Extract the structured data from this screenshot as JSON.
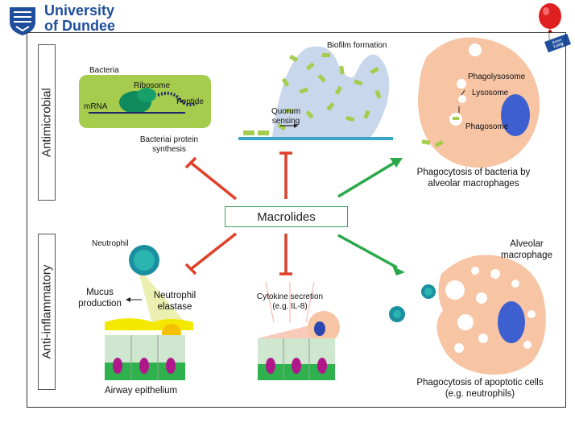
{
  "header": {
    "university_line1": "University",
    "university_line2": "of Dundee"
  },
  "side_labels": {
    "top": "Antimicrobial",
    "bottom": "Anti-inflammatory"
  },
  "center": {
    "label": "Macrolides"
  },
  "panels": {
    "protein_synthesis": {
      "bacteria": "Bacteria",
      "ribosome": "Ribosome",
      "mrna": "mRNA",
      "peptide": "Peptide",
      "caption_line1": "Bacteriai protein",
      "caption_line2": "synthesis"
    },
    "biofilm": {
      "title": "Biofilm formation",
      "quorum_line1": "Quorum",
      "quorum_line2": "sensing"
    },
    "phagocytosis_bacteria": {
      "phagolysosome": "Phagolysosome",
      "lysosome": "Lysosome",
      "phagosome": "Phagosome",
      "caption_line1": "Phagocytosis of bacteria by",
      "caption_line2": "alveolar macrophages"
    },
    "neutrophil": {
      "neutrophil": "Neutrophil",
      "mucus_line1": "Mucus",
      "mucus_line2": "production",
      "elastase_line1": "Neutrophil",
      "elastase_line2": "elastase",
      "caption": "Airway epithelium"
    },
    "cytokine": {
      "line1": "Cytokine secretion",
      "line2": "(e.g. IL-8)"
    },
    "apoptotic": {
      "macrophage_line1": "Alveolar",
      "macrophage_line2": "macrophage",
      "caption_line1": "Phagocytosis of apoptotic cells",
      "caption_line2": "(e.g. neutrophils)"
    }
  },
  "colors": {
    "inhibit": "#e0402a",
    "promote": "#2aa84a",
    "brand": "#1f4e9c",
    "macrophage": "#f7c4a4",
    "bacteria": "#a6cc4e"
  }
}
